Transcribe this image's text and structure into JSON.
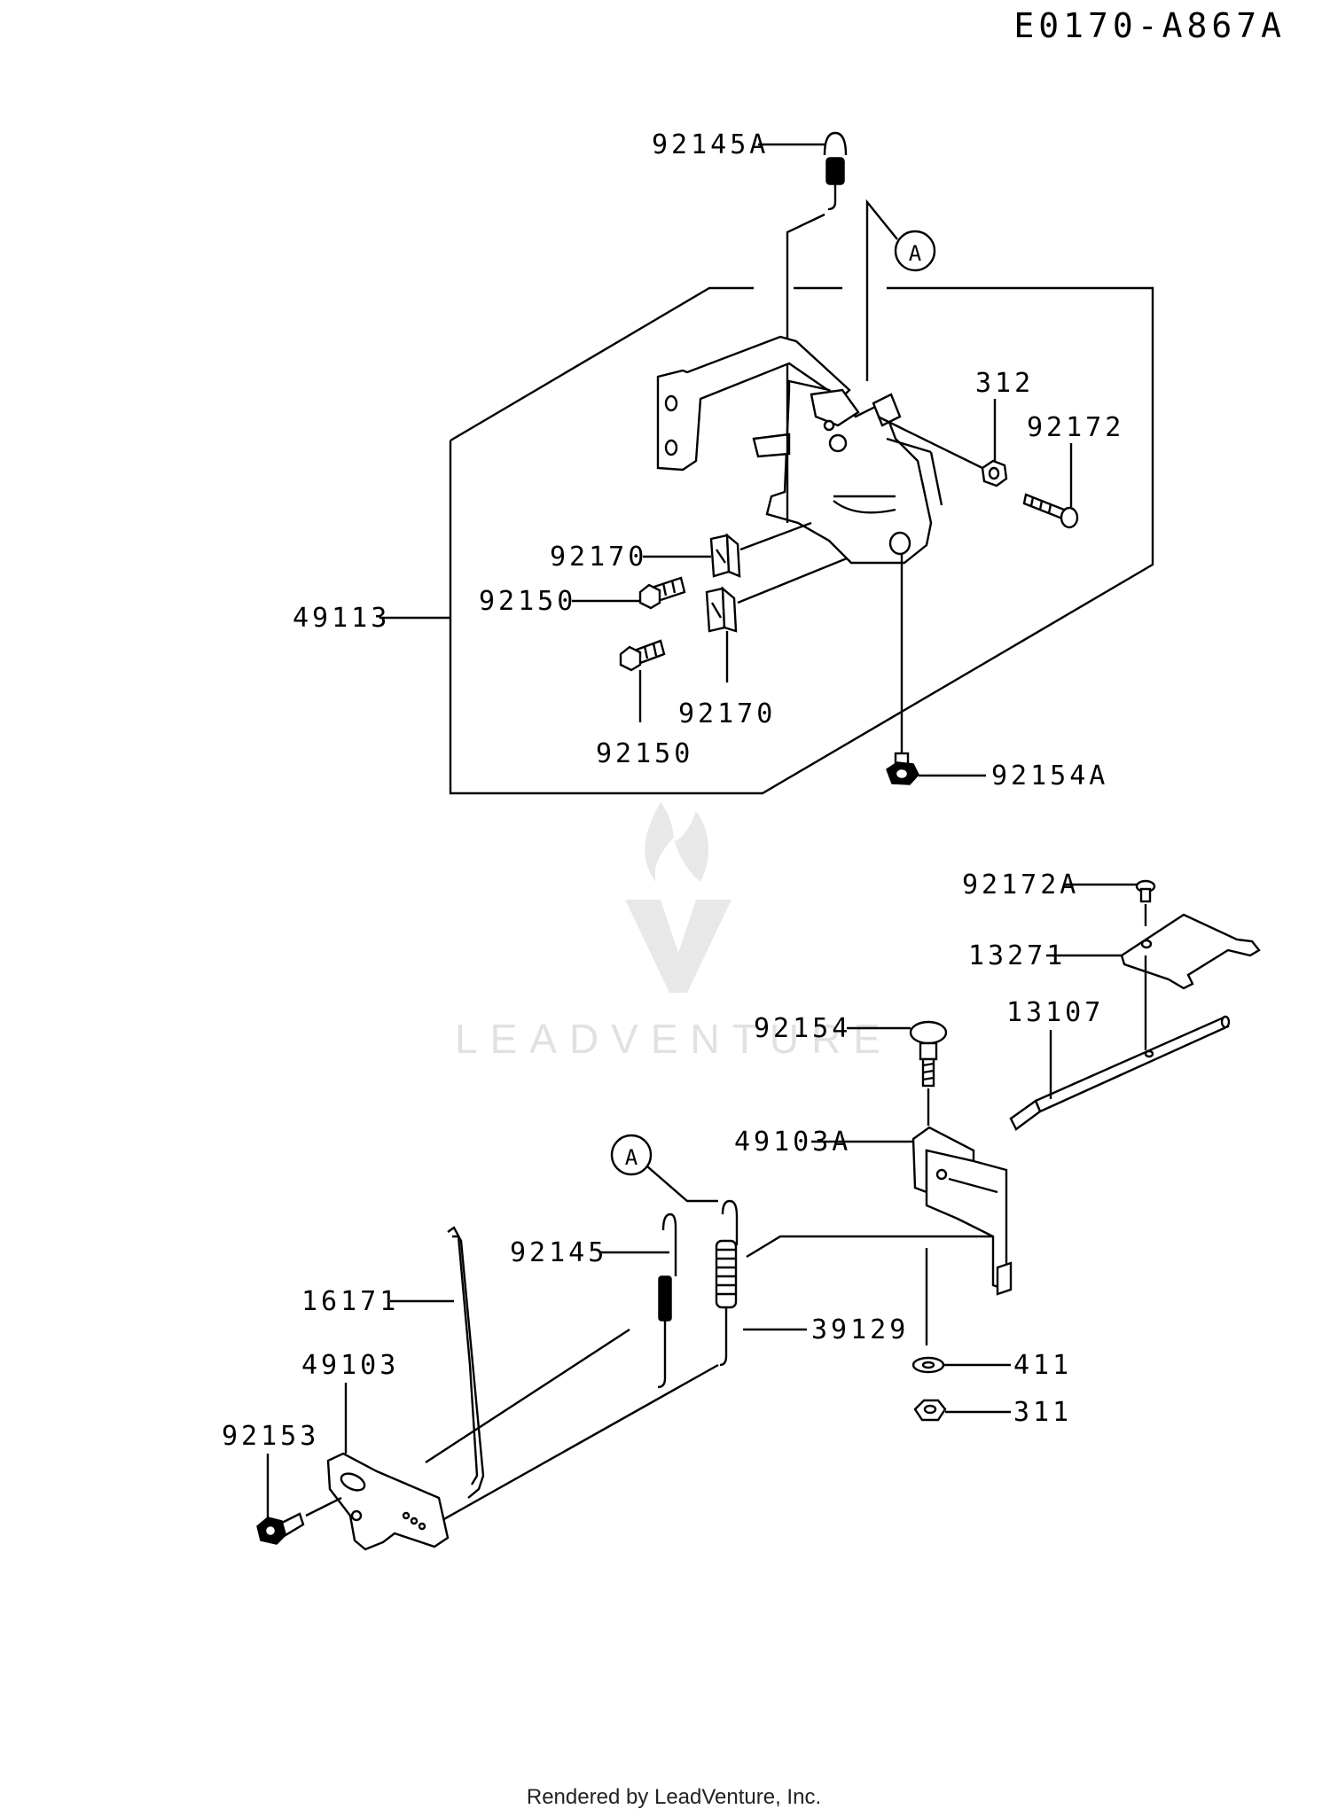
{
  "diagram_id": "E0170-A867A",
  "footer": "Rendered by LeadVenture, Inc.",
  "watermark": "LEADVENTURE",
  "callout_ref": "A",
  "labels": {
    "p92145A": "92145A",
    "p312": "312",
    "p92172": "92172",
    "p92170a": "92170",
    "p92150a": "92150",
    "p49113": "49113",
    "p92150b": "92150",
    "p92170b": "92170",
    "p92154A": "92154A",
    "p92172A": "92172A",
    "p13271": "13271",
    "p92154": "92154",
    "p13107": "13107",
    "p49103A": "49103A",
    "p92145": "92145",
    "p16171": "16171",
    "p39129": "39129",
    "p49103": "49103",
    "p411": "411",
    "p92153": "92153",
    "p311": "311"
  }
}
